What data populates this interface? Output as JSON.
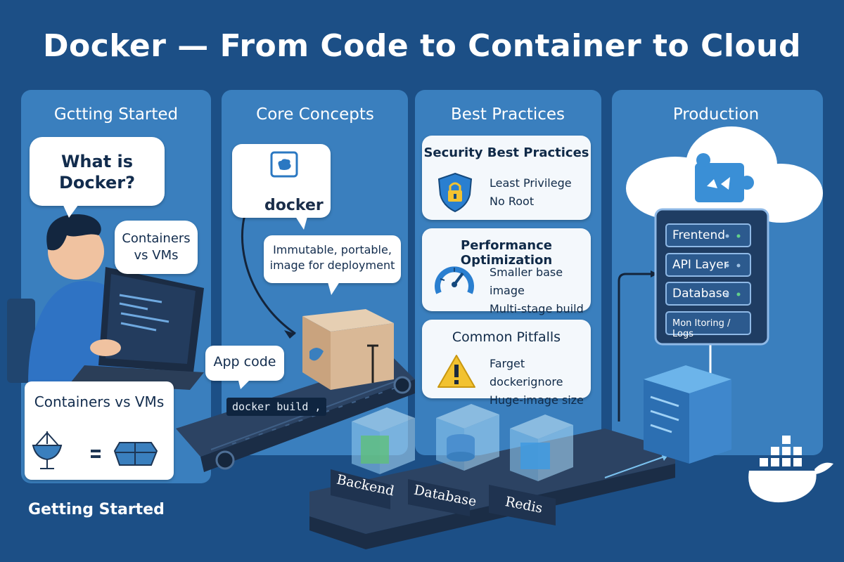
{
  "title": "Docker — From Code to Container to Cloud",
  "columns": [
    {
      "id": "getting-started",
      "heading": "Gctting Started"
    },
    {
      "id": "core-concepts",
      "heading": "Core Concepts"
    },
    {
      "id": "best-practices",
      "heading": "Best Practices"
    },
    {
      "id": "production",
      "heading": "Production"
    }
  ],
  "getting_started": {
    "bubble_question": "What is Docker?",
    "bubble_containers": "Containers vs VMs",
    "card_title": "Containers vs VMs",
    "footer_label": "Getting Started"
  },
  "core_concepts": {
    "docker_logo_text": "docker",
    "bubble_image": "Immutable, portable, image for deployment",
    "bubble_app_code": "App code",
    "command": "docker build ,"
  },
  "best_practices": {
    "security": {
      "title": "Security Best Practices",
      "lines": [
        "Least Privilege",
        "No Root"
      ]
    },
    "performance": {
      "title": "Performance Optimization",
      "lines": [
        "Smaller base image",
        "Multi-stage build"
      ]
    },
    "pitfalls": {
      "title": "Common Pitfalls",
      "lines": [
        "Farget dockerignore",
        "Huge-image size"
      ]
    }
  },
  "production": {
    "stack": [
      "Frentend",
      "API Layer",
      "Database",
      "Mon Itoring / Logs"
    ]
  },
  "conveyor_labels": [
    "Backend",
    "Database",
    "Redis"
  ],
  "colors": {
    "background": "#1c4f86",
    "column_panel": "#3b86c6",
    "accent_cyan": "#4aa6e6",
    "warning_yellow": "#f2c230",
    "shield_blue": "#2a7fd0",
    "box_tan": "#d9b896"
  }
}
